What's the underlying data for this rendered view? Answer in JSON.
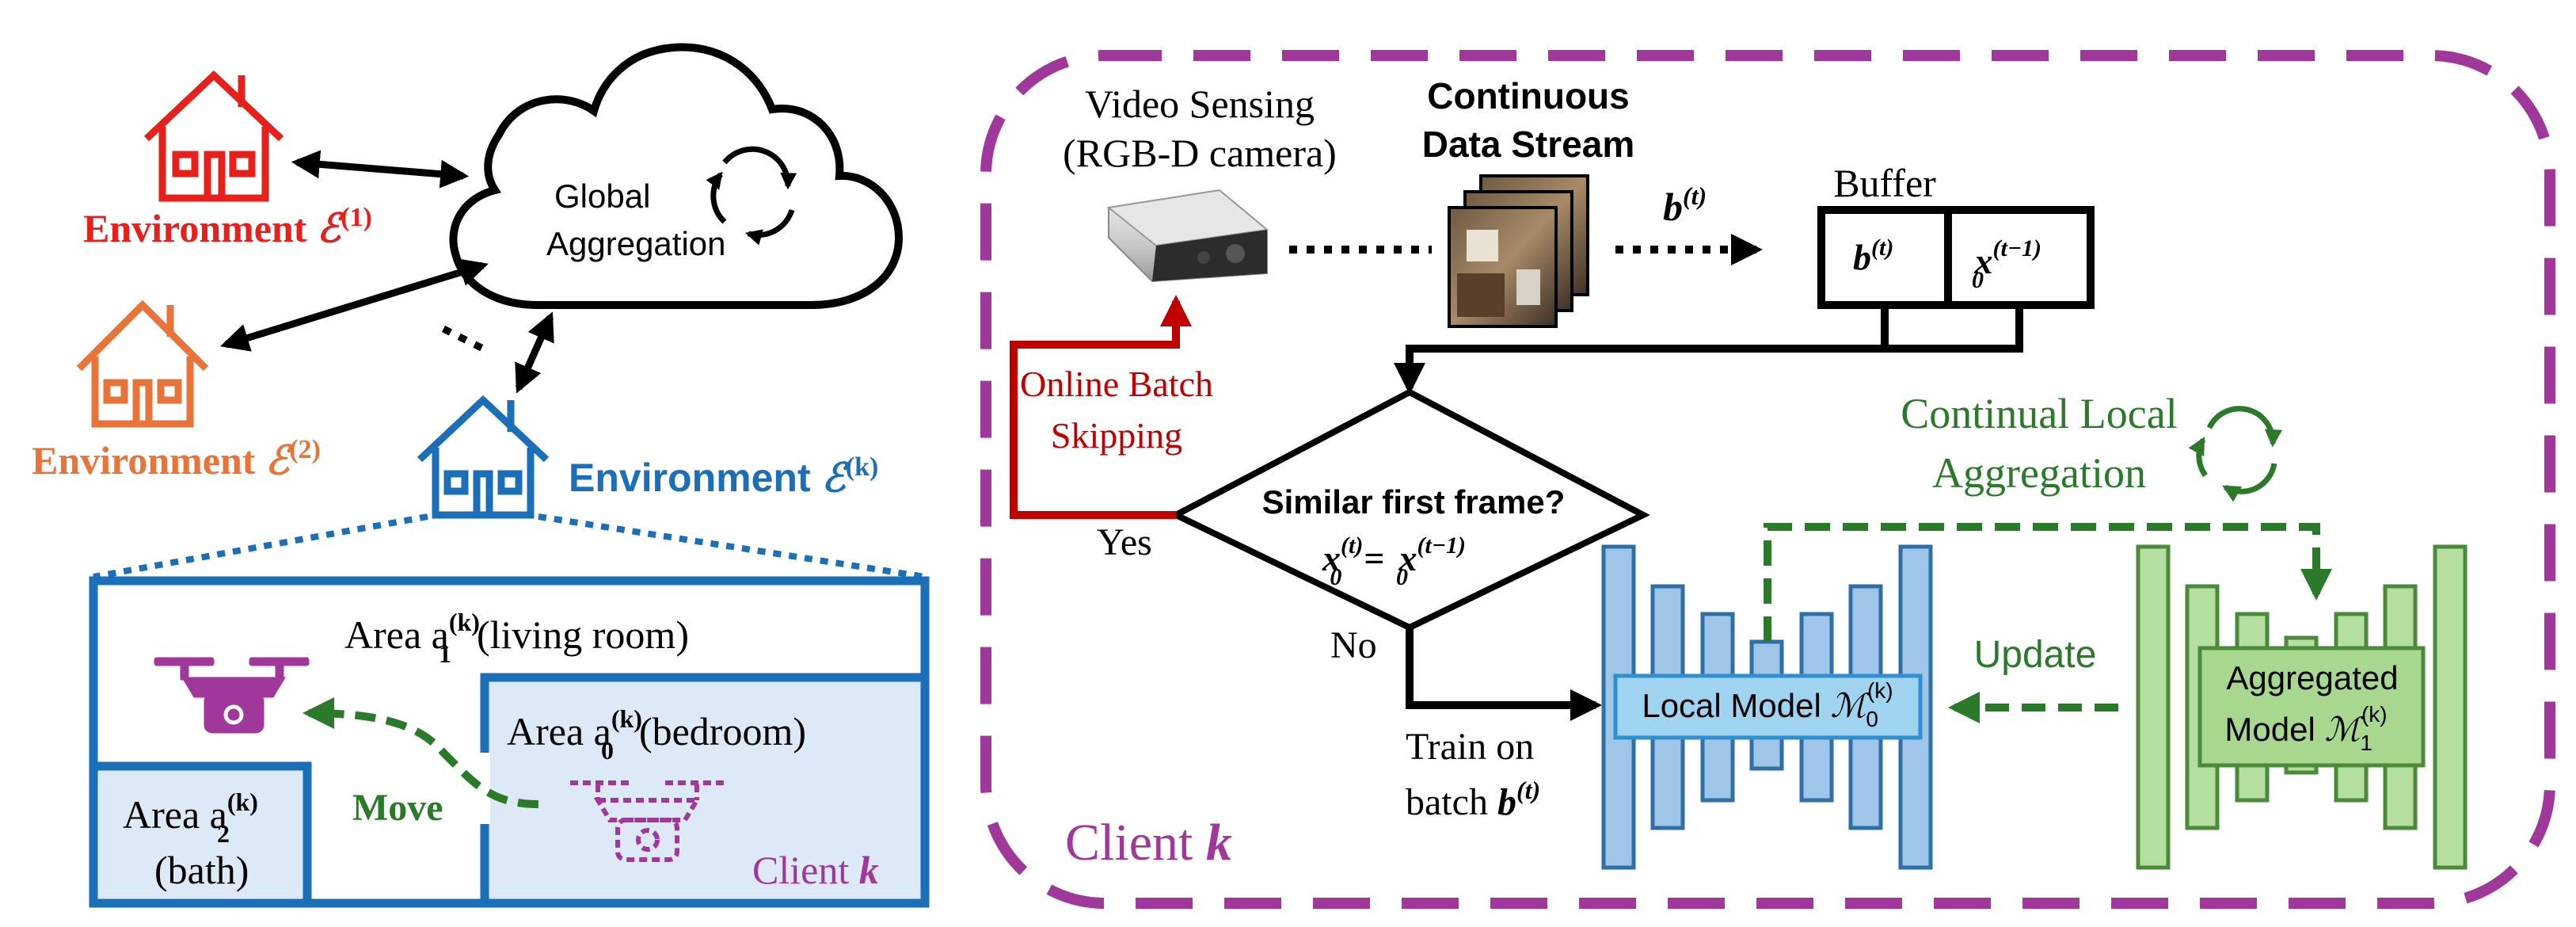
{
  "colors": {
    "env1": "#e8201c",
    "env2": "#e8743a",
    "envk": "#1a6fb8",
    "client_border": "#a0379a",
    "green": "#2a7a2a",
    "red_arrow": "#c00000",
    "local_fill": "#9fc5e8",
    "local_stroke": "#2f6fa8",
    "agg_fill": "#b5dfa0",
    "agg_stroke": "#4a8a3a",
    "room_fill": "#dde9f6"
  },
  "cloud": {
    "line1": "Global",
    "line2": "Aggregation"
  },
  "environments": {
    "env1": {
      "prefix": "Environment ",
      "symbol": "ℰ",
      "sup": "(1)"
    },
    "env2": {
      "prefix": "Environment ",
      "symbol": "ℰ",
      "sup": "(2)"
    },
    "envk": {
      "prefix": "Environment ",
      "symbol": "ℰ",
      "sup": "(k)"
    }
  },
  "floorplan": {
    "area1": {
      "base": "Area a",
      "sup": "(k)",
      "sub": "1",
      "suffix": "(living room)"
    },
    "area0": {
      "base": "Area a",
      "sup": "(k)",
      "sub": "0",
      "suffix": "(bedroom)"
    },
    "area2": {
      "base": "Area a",
      "sup": "(k)",
      "sub": "2",
      "line2": "(bath)"
    },
    "move": "Move",
    "client_label": "Client ",
    "client_k": "k"
  },
  "pipeline": {
    "video_title": "Video Sensing",
    "video_sub": "(RGB-D camera)",
    "stream_title": "Continuous",
    "stream_sub": "Data Stream",
    "batch_label_b": "b",
    "batch_label_sup": "(t)",
    "buffer_title": "Buffer",
    "buffer_cell1_b": "b",
    "buffer_cell1_sup": "(t)",
    "buffer_cell2_x": "x",
    "buffer_cell2_sup": "(t−1)",
    "buffer_cell2_sub": "0",
    "skip_line1": "Online Batch",
    "skip_line2": "Skipping",
    "decision_q": "Similar first frame?",
    "eq_lhs_x": "x",
    "eq_lhs_sup": "(t)",
    "eq_lhs_sub": "0",
    "eq_eq": "=",
    "eq_rhs_x": "x",
    "eq_rhs_sup": "(t−1)",
    "eq_rhs_sub": "0",
    "yes": "Yes",
    "no": "No",
    "train_line1": "Train on",
    "train_line2": "batch ",
    "train_b": "b",
    "train_sup": "(t)",
    "continual_line1": "Continual Local",
    "continual_line2": "Aggregation",
    "update": "Update",
    "local_model": "Local Model ",
    "local_M": "ℳ",
    "local_sub": "0",
    "local_sup": "(k)",
    "agg_line1": "Aggregated",
    "agg_line2": "Model ",
    "agg_M": "ℳ",
    "agg_sub": "1",
    "agg_sup": "(k)",
    "client_label": "Client ",
    "client_k": "k"
  }
}
